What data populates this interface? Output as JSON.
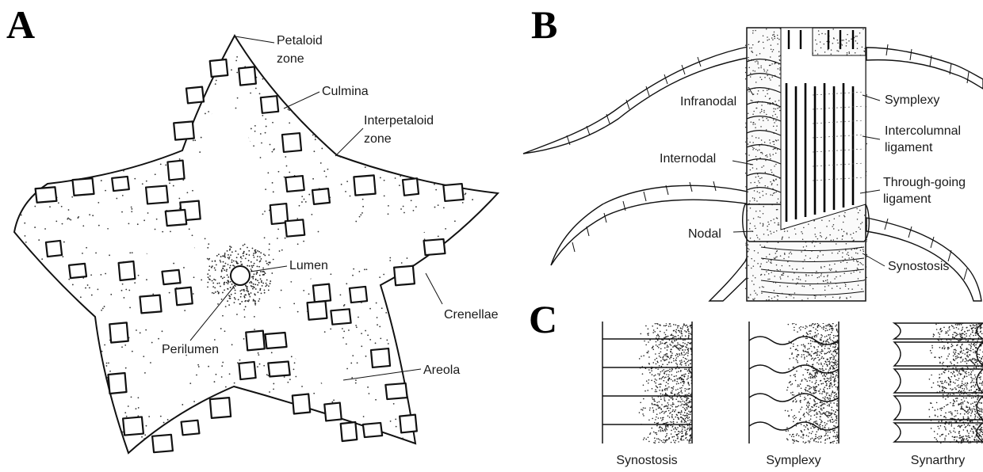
{
  "panels": {
    "a": {
      "letter": "A",
      "labels": {
        "petaloid_zone": [
          "Petaloid",
          "zone"
        ],
        "culmina": "Culmina",
        "interpetaloid_zone": [
          "Interpetaloid",
          "zone"
        ],
        "lumen": "Lumen",
        "perilumen": "Perilumen",
        "crenellae": "Crenellae",
        "areola": "Areola"
      }
    },
    "b": {
      "letter": "B",
      "labels": {
        "infranodal": "Infranodal",
        "internodal": "Internodal",
        "nodal": "Nodal",
        "symplexy": "Symplexy",
        "intercolumnal_ligament": [
          "Intercolumnal",
          "ligament"
        ],
        "through_going_ligament": [
          "Through-going",
          "ligament"
        ],
        "synostosis": "Synostosis"
      }
    },
    "c": {
      "letter": "C",
      "captions": {
        "synostosis": "Synostosis",
        "symplexy": "Symplexy",
        "synarthry": "Synarthry"
      }
    }
  }
}
